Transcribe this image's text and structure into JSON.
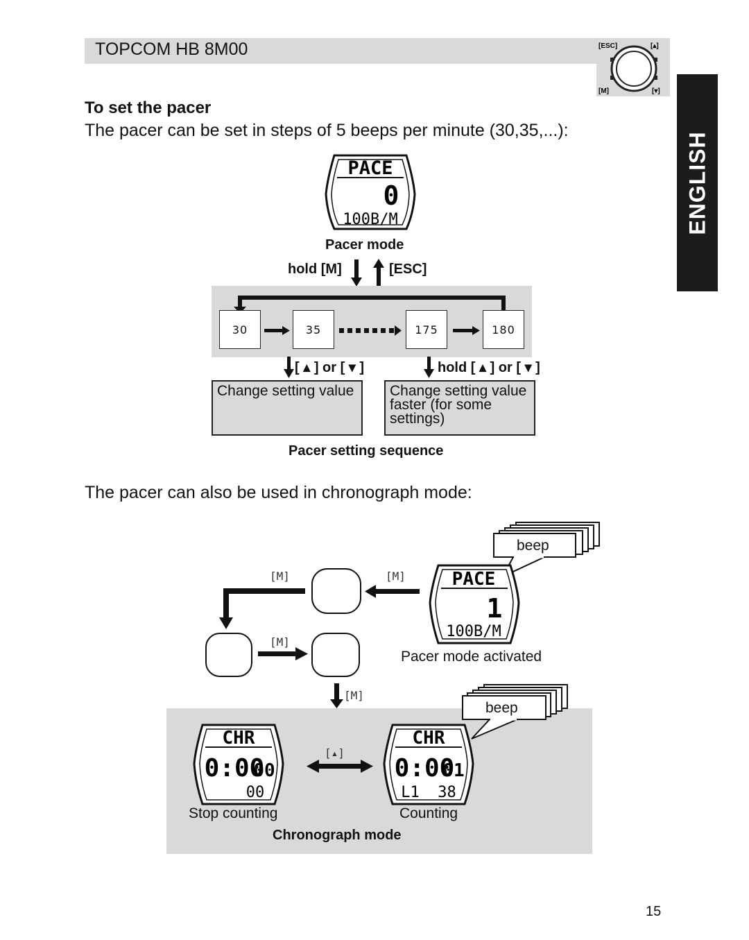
{
  "header": {
    "title": "TOPCOM HB 8M00"
  },
  "watch_icon": {
    "esc": "[ESC]",
    "up": "[▴]",
    "m": "[M]",
    "down": "[▾]"
  },
  "language_tab": "ENGLISH",
  "section": {
    "title": "To set the pacer",
    "intro": "The pacer can be set in steps of 5 beeps per minute (30,35,...):"
  },
  "pacer_display": {
    "line1": "PACE",
    "value": "0",
    "line3": "100B/M"
  },
  "pacer_mode_caption": "Pacer mode",
  "hold_m": "hold [M]",
  "esc": "[ESC]",
  "sequence": {
    "values": [
      "30",
      "35",
      "175",
      "180"
    ]
  },
  "buttons_label": "[ ▴ ] or [ ▾ ]",
  "hold_buttons_label": "hold [ ▴ ] or [ ▾ ]",
  "change_value": "Change setting value",
  "change_faster": "Change setting value faster (for some settings)",
  "sequence_caption": "Pacer setting sequence",
  "chrono_intro": "The pacer can also be used in chronograph mode:",
  "chrono": {
    "m_label": "[M]",
    "up_label": "[▴]",
    "beep": "beep",
    "pace_display": {
      "line1": "PACE",
      "value": "1",
      "line3": "100B/M"
    },
    "pacer_activated": "Pacer mode activated",
    "stop_display": {
      "line1": "CHR",
      "time": "0:00",
      "sec": "00",
      "line3": "00"
    },
    "count_display": {
      "line1": "CHR",
      "time": "0:00",
      "sec": "01",
      "line3": "L1  38"
    },
    "stop_label": "Stop counting",
    "count_label": "Counting",
    "caption": "Chronograph mode"
  },
  "page_number": "15"
}
